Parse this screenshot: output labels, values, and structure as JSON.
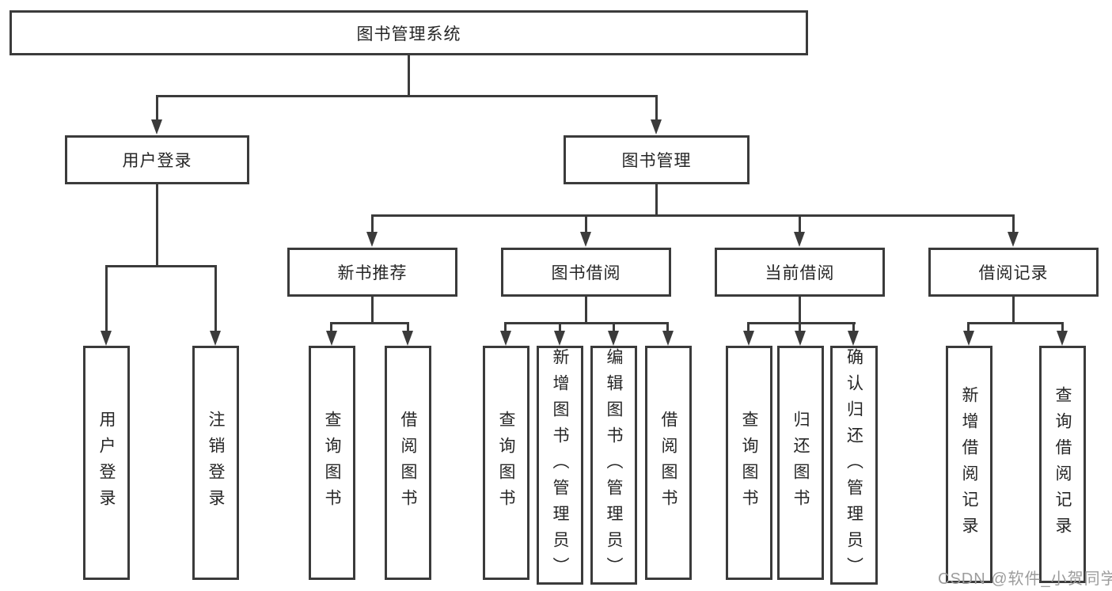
{
  "diagram": {
    "colors": {
      "line": "#3b3b3b",
      "text": "#262626",
      "watermark": "#9c9c9c",
      "background": "#ffffff"
    },
    "root": {
      "label": "图书管理系统"
    },
    "level2": [
      {
        "label": "用户登录"
      },
      {
        "label": "图书管理"
      }
    ],
    "level3": [
      {
        "label": "新书推荐"
      },
      {
        "label": "图书借阅"
      },
      {
        "label": "当前借阅"
      },
      {
        "label": "借阅记录"
      }
    ],
    "leaves": {
      "login": [
        "用户登录",
        "注销登录"
      ],
      "recommend": [
        "查询图书",
        "借阅图书"
      ],
      "borrow": [
        "查询图书",
        "新增图书（管理员）",
        "编辑图书（管理员）",
        "借阅图书"
      ],
      "current": [
        "查询图书",
        "归还图书",
        "确认归还（管理员）"
      ],
      "records": [
        "新增借阅记录",
        "查询借阅记录"
      ]
    }
  },
  "watermark": {
    "text": "CSDN @软件_小贺同学"
  }
}
